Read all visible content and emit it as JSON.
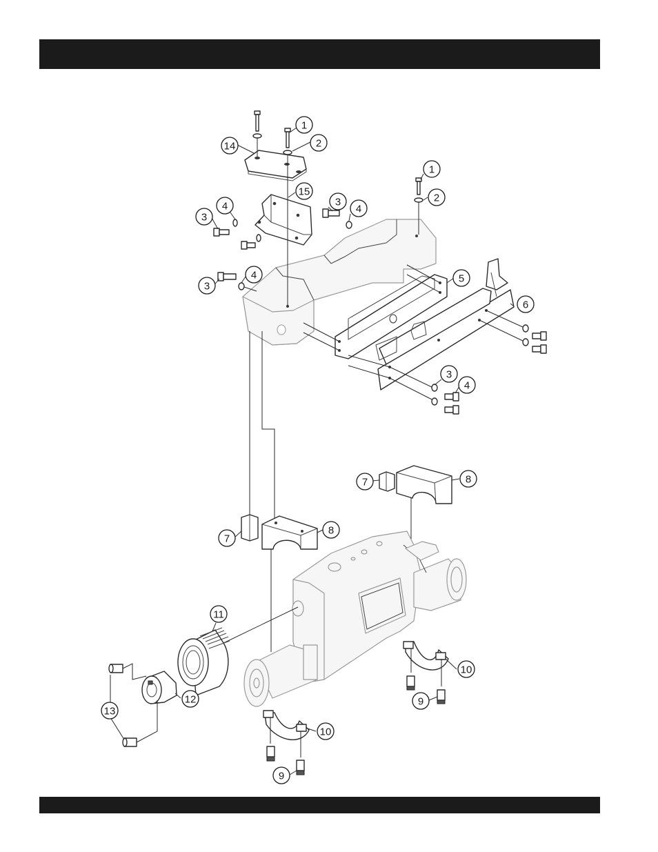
{
  "header": {
    "title": ""
  },
  "footer": {
    "text": ""
  },
  "callouts": [
    {
      "id": "c1a",
      "label": "1"
    },
    {
      "id": "c2a",
      "label": "2"
    },
    {
      "id": "c14",
      "label": "14"
    },
    {
      "id": "c1b",
      "label": "1"
    },
    {
      "id": "c2b",
      "label": "2"
    },
    {
      "id": "c15",
      "label": "15"
    },
    {
      "id": "c3a",
      "label": "3"
    },
    {
      "id": "c4a",
      "label": "4"
    },
    {
      "id": "c3b",
      "label": "3"
    },
    {
      "id": "c4b",
      "label": "4"
    },
    {
      "id": "c3c",
      "label": "3"
    },
    {
      "id": "c4c",
      "label": "4"
    },
    {
      "id": "c5",
      "label": "5"
    },
    {
      "id": "c6",
      "label": "6"
    },
    {
      "id": "c3d",
      "label": "3"
    },
    {
      "id": "c4d",
      "label": "4"
    },
    {
      "id": "c7a",
      "label": "7"
    },
    {
      "id": "c8a",
      "label": "8"
    },
    {
      "id": "c7b",
      "label": "7"
    },
    {
      "id": "c8b",
      "label": "8"
    },
    {
      "id": "c11",
      "label": "11"
    },
    {
      "id": "c10a",
      "label": "10"
    },
    {
      "id": "c9a",
      "label": "9"
    },
    {
      "id": "c12",
      "label": "12"
    },
    {
      "id": "c13",
      "label": "13"
    },
    {
      "id": "c10b",
      "label": "10"
    },
    {
      "id": "c9b",
      "label": "9"
    }
  ]
}
